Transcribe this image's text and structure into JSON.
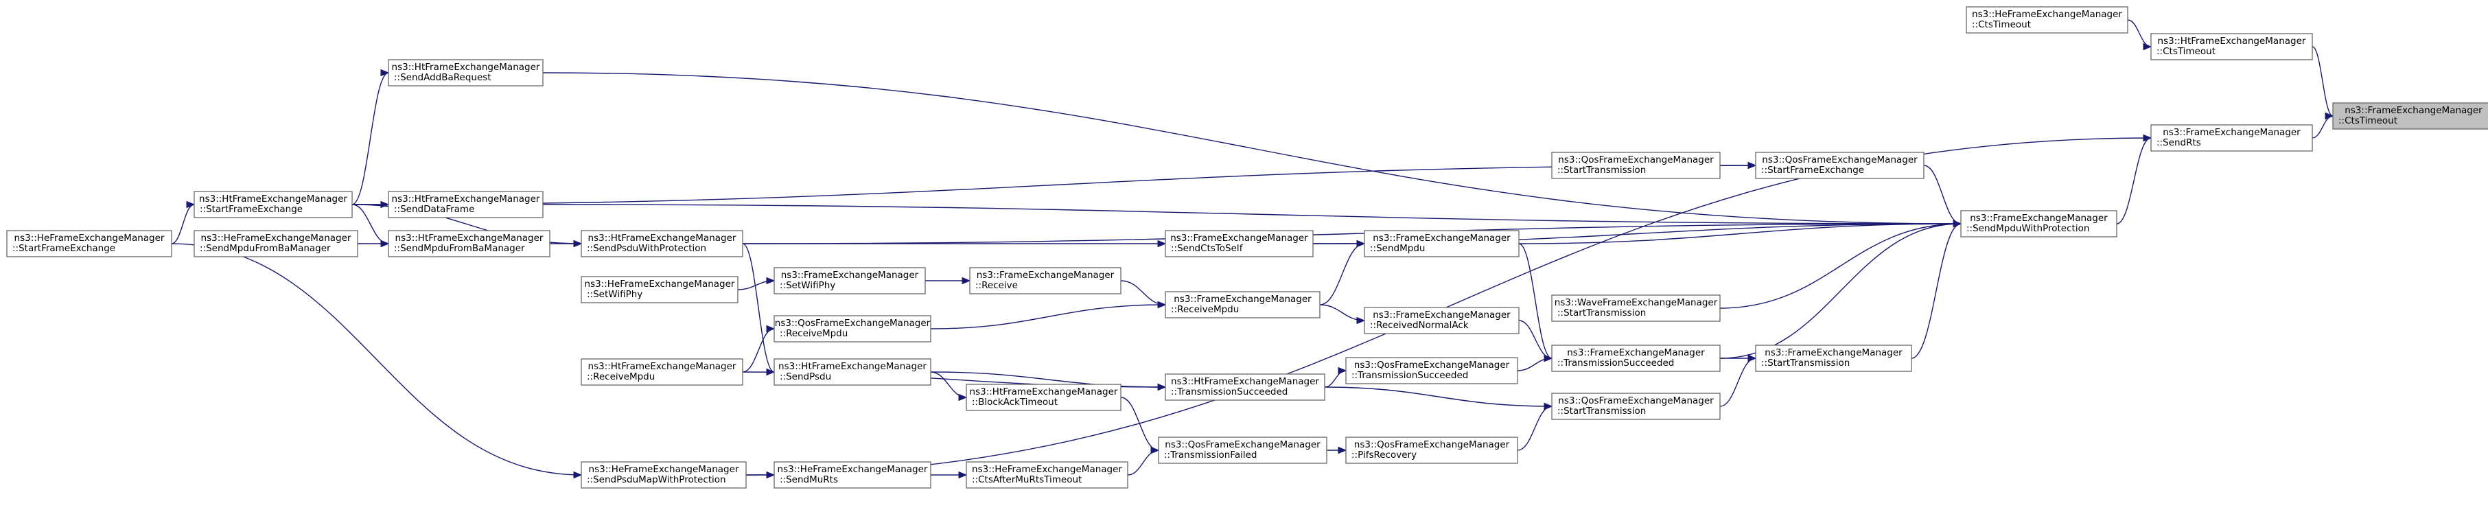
{
  "nodes": [
    {
      "id": "n0",
      "lines": [
        "ns3::FrameExchangeManager",
        "::CtsTimeout"
      ],
      "highlight": true
    },
    {
      "id": "n1",
      "lines": [
        "ns3::FrameExchangeManager",
        "::SendRts"
      ]
    },
    {
      "id": "n2",
      "lines": [
        "ns3::HtFrameExchangeManager",
        "::CtsTimeout"
      ]
    },
    {
      "id": "n3",
      "lines": [
        "ns3::HeFrameExchangeManager",
        "::CtsTimeout"
      ]
    },
    {
      "id": "n4",
      "lines": [
        "ns3::FrameExchangeManager",
        "::SendMpduWithProtection"
      ]
    },
    {
      "id": "n5",
      "lines": [
        "ns3::QosFrameExchangeManager",
        "::StartFrameExchange"
      ]
    },
    {
      "id": "n6",
      "lines": [
        "ns3::QosFrameExchangeManager",
        "::StartTransmission"
      ]
    },
    {
      "id": "n7",
      "lines": [
        "ns3::FrameExchangeManager",
        "::StartTransmission"
      ]
    },
    {
      "id": "n8",
      "lines": [
        "ns3::WaveFrameExchangeManager",
        "::StartTransmission"
      ]
    },
    {
      "id": "n9",
      "lines": [
        "ns3::FrameExchangeManager",
        "::TransmissionSucceeded"
      ]
    },
    {
      "id": "n10",
      "lines": [
        "ns3::QosFrameExchangeManager",
        "::StartTransmission"
      ]
    },
    {
      "id": "n11",
      "lines": [
        "ns3::FrameExchangeManager",
        "::SendMpdu"
      ]
    },
    {
      "id": "n12",
      "lines": [
        "ns3::FrameExchangeManager",
        "::ReceivedNormalAck"
      ]
    },
    {
      "id": "n13",
      "lines": [
        "ns3::QosFrameExchangeManager",
        "::TransmissionSucceeded"
      ]
    },
    {
      "id": "n14",
      "lines": [
        "ns3::QosFrameExchangeManager",
        "::PifsRecovery"
      ]
    },
    {
      "id": "n15",
      "lines": [
        "ns3::FrameExchangeManager",
        "::SendCtsToSelf"
      ]
    },
    {
      "id": "n16",
      "lines": [
        "ns3::FrameExchangeManager",
        "::ReceiveMpdu"
      ]
    },
    {
      "id": "n17",
      "lines": [
        "ns3::HtFrameExchangeManager",
        "::TransmissionSucceeded"
      ]
    },
    {
      "id": "n18",
      "lines": [
        "ns3::QosFrameExchangeManager",
        "::TransmissionFailed"
      ]
    },
    {
      "id": "n19",
      "lines": [
        "ns3::FrameExchangeManager",
        "::Receive"
      ]
    },
    {
      "id": "n20",
      "lines": [
        "ns3::HtFrameExchangeManager",
        "::BlockAckTimeout"
      ]
    },
    {
      "id": "n21",
      "lines": [
        "ns3::HeFrameExchangeManager",
        "::CtsAfterMuRtsTimeout"
      ]
    },
    {
      "id": "n22",
      "lines": [
        "ns3::FrameExchangeManager",
        "::SetWifiPhy"
      ]
    },
    {
      "id": "n23",
      "lines": [
        "ns3::QosFrameExchangeManager",
        "::ReceiveMpdu"
      ]
    },
    {
      "id": "n24",
      "lines": [
        "ns3::HtFrameExchangeManager",
        "::SendPsdu"
      ]
    },
    {
      "id": "n25",
      "lines": [
        "ns3::HeFrameExchangeManager",
        "::SendMuRts"
      ]
    },
    {
      "id": "n26",
      "lines": [
        "ns3::HtFrameExchangeManager",
        "::SendPsduWithProtection"
      ]
    },
    {
      "id": "n27",
      "lines": [
        "ns3::HeFrameExchangeManager",
        "::SetWifiPhy"
      ]
    },
    {
      "id": "n28",
      "lines": [
        "ns3::HtFrameExchangeManager",
        "::ReceiveMpdu"
      ]
    },
    {
      "id": "n29",
      "lines": [
        "ns3::HeFrameExchangeManager",
        "::SendPsduMapWithProtection"
      ]
    },
    {
      "id": "n30",
      "lines": [
        "ns3::HtFrameExchangeManager",
        "::SendAddBaRequest"
      ]
    },
    {
      "id": "n31",
      "lines": [
        "ns3::HtFrameExchangeManager",
        "::SendDataFrame"
      ]
    },
    {
      "id": "n32",
      "lines": [
        "ns3::HtFrameExchangeManager",
        "::SendMpduFromBaManager"
      ]
    },
    {
      "id": "n33",
      "lines": [
        "ns3::HtFrameExchangeManager",
        "::StartFrameExchange"
      ]
    },
    {
      "id": "n34",
      "lines": [
        "ns3::HeFrameExchangeManager",
        "::SendMpduFromBaManager"
      ]
    },
    {
      "id": "n35",
      "lines": [
        "ns3::HeFrameExchangeManager",
        "::StartFrameExchange"
      ]
    }
  ],
  "edges": [
    {
      "from": "n0",
      "to": "n1"
    },
    {
      "from": "n0",
      "to": "n2"
    },
    {
      "from": "n2",
      "to": "n3"
    },
    {
      "from": "n1",
      "to": "n4"
    },
    {
      "from": "n1",
      "to": "n29"
    },
    {
      "from": "n4",
      "to": "n5"
    },
    {
      "from": "n4",
      "to": "n7"
    },
    {
      "from": "n4",
      "to": "n8"
    },
    {
      "from": "n4",
      "to": "n9"
    },
    {
      "from": "n4",
      "to": "n11"
    },
    {
      "from": "n4",
      "to": "n15"
    },
    {
      "from": "n4",
      "to": "n26"
    },
    {
      "from": "n4",
      "to": "n30"
    },
    {
      "from": "n4",
      "to": "n31"
    },
    {
      "from": "n5",
      "to": "n6"
    },
    {
      "from": "n5",
      "to": "n33"
    },
    {
      "from": "n7",
      "to": "n9"
    },
    {
      "from": "n7",
      "to": "n10"
    },
    {
      "from": "n9",
      "to": "n11"
    },
    {
      "from": "n9",
      "to": "n12"
    },
    {
      "from": "n9",
      "to": "n13"
    },
    {
      "from": "n10",
      "to": "n14"
    },
    {
      "from": "n10",
      "to": "n17"
    },
    {
      "from": "n11",
      "to": "n15"
    },
    {
      "from": "n11",
      "to": "n16"
    },
    {
      "from": "n12",
      "to": "n16"
    },
    {
      "from": "n13",
      "to": "n17"
    },
    {
      "from": "n14",
      "to": "n18"
    },
    {
      "from": "n15",
      "to": "n26"
    },
    {
      "from": "n16",
      "to": "n19"
    },
    {
      "from": "n16",
      "to": "n23"
    },
    {
      "from": "n17",
      "to": "n24"
    },
    {
      "from": "n17",
      "to": "n28"
    },
    {
      "from": "n18",
      "to": "n20"
    },
    {
      "from": "n18",
      "to": "n21"
    },
    {
      "from": "n19",
      "to": "n22"
    },
    {
      "from": "n22",
      "to": "n27"
    },
    {
      "from": "n23",
      "to": "n28"
    },
    {
      "from": "n20",
      "to": "n24"
    },
    {
      "from": "n21",
      "to": "n25"
    },
    {
      "from": "n24",
      "to": "n26"
    },
    {
      "from": "n25",
      "to": "n29"
    },
    {
      "from": "n26",
      "to": "n32"
    },
    {
      "from": "n26",
      "to": "n33"
    },
    {
      "from": "n29",
      "to": "n35"
    },
    {
      "from": "n30",
      "to": "n33"
    },
    {
      "from": "n31",
      "to": "n33"
    },
    {
      "from": "n32",
      "to": "n33"
    },
    {
      "from": "n32",
      "to": "n34"
    },
    {
      "from": "n33",
      "to": "n35"
    }
  ]
}
